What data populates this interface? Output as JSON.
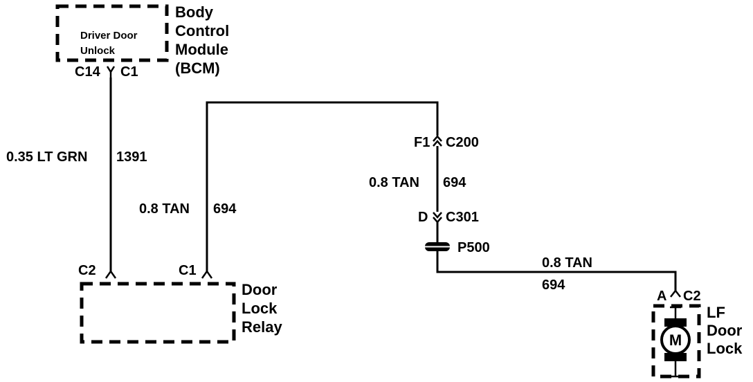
{
  "bcm": {
    "name_lines": [
      "Body",
      "Control",
      "Module",
      "(BCM)"
    ],
    "internal_lines": [
      "Driver Door",
      "Unlock"
    ],
    "connector_left": "C14",
    "connector_right": "C1"
  },
  "wire_bcm_relay": {
    "gauge_color": "0.35 LT GRN",
    "circuit": "1391"
  },
  "relay": {
    "name_lines": [
      "Door",
      "Lock",
      "Relay"
    ],
    "pin_left": "C2",
    "pin_right": "C1"
  },
  "wire_relay_c200": {
    "gauge_color": "0.8 TAN",
    "circuit": "694"
  },
  "connector_c200": {
    "pin": "F1",
    "name": "C200"
  },
  "wire_c200_c301": {
    "gauge_color": "0.8 TAN",
    "circuit": "694"
  },
  "connector_c301": {
    "pin": "D",
    "name": "C301"
  },
  "splice": {
    "name": "P500"
  },
  "wire_splice_lock": {
    "gauge_color": "0.8 TAN",
    "circuit": "694"
  },
  "lf_lock": {
    "pin": "A",
    "connector": "C2",
    "name_lines": [
      "LF",
      "Door",
      "Lock"
    ],
    "motor_symbol": "M"
  }
}
